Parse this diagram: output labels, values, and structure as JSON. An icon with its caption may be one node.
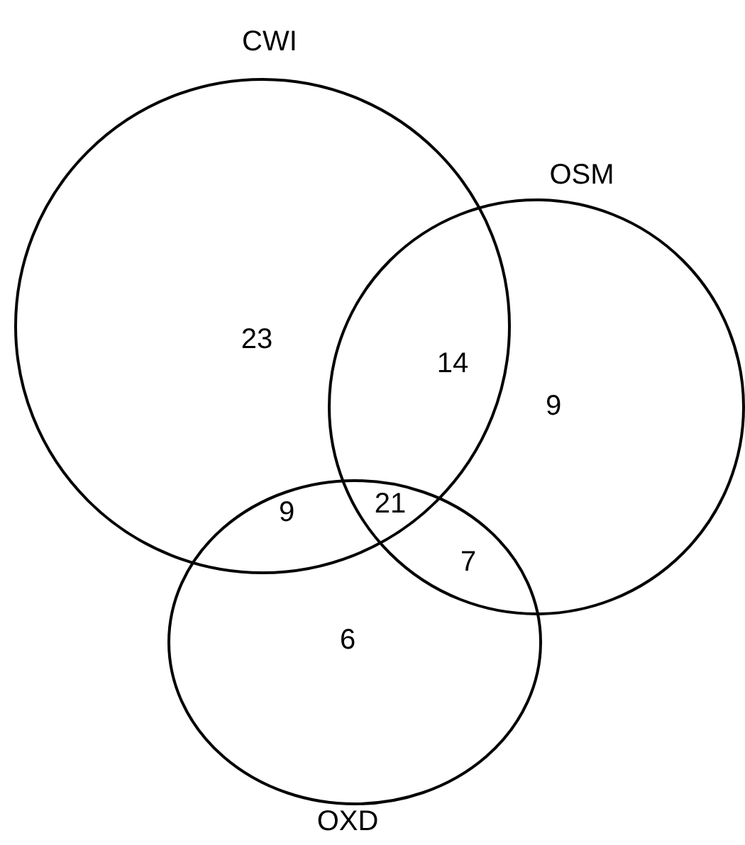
{
  "diagram": {
    "nodes": [
      {
        "text": [
          "CWI"
        ]
      },
      {
        "text": [
          "OSM"
        ]
      },
      {
        "text": [
          "OXD"
        ]
      }
    ],
    "labels": [
      "23",
      "14",
      "9",
      "21",
      "9",
      "7",
      "6"
    ]
  }
}
